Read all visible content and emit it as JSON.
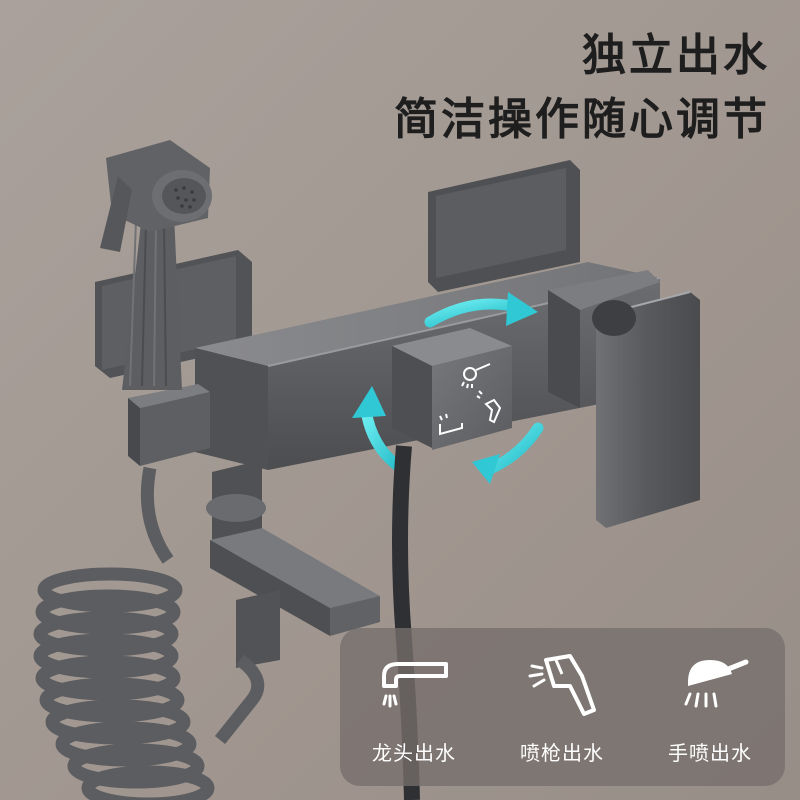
{
  "headline": {
    "line1": "独立出水",
    "line2": "简洁操作随心调节"
  },
  "dial_modes": [
    "shower-head-icon",
    "sprayer-icon",
    "spout-icon"
  ],
  "legend": {
    "items": [
      {
        "label": "龙头出水",
        "icon": "spout-icon"
      },
      {
        "label": "喷枪出水",
        "icon": "sprayer-icon"
      },
      {
        "label": "手喷出水",
        "icon": "shower-head-icon"
      }
    ]
  },
  "colors": {
    "background": "#a29994",
    "metal": "#5e5f61",
    "accent_arrow": "#3fd4dc",
    "text_dark": "#1e1e1e",
    "panel": "#766e6c"
  }
}
